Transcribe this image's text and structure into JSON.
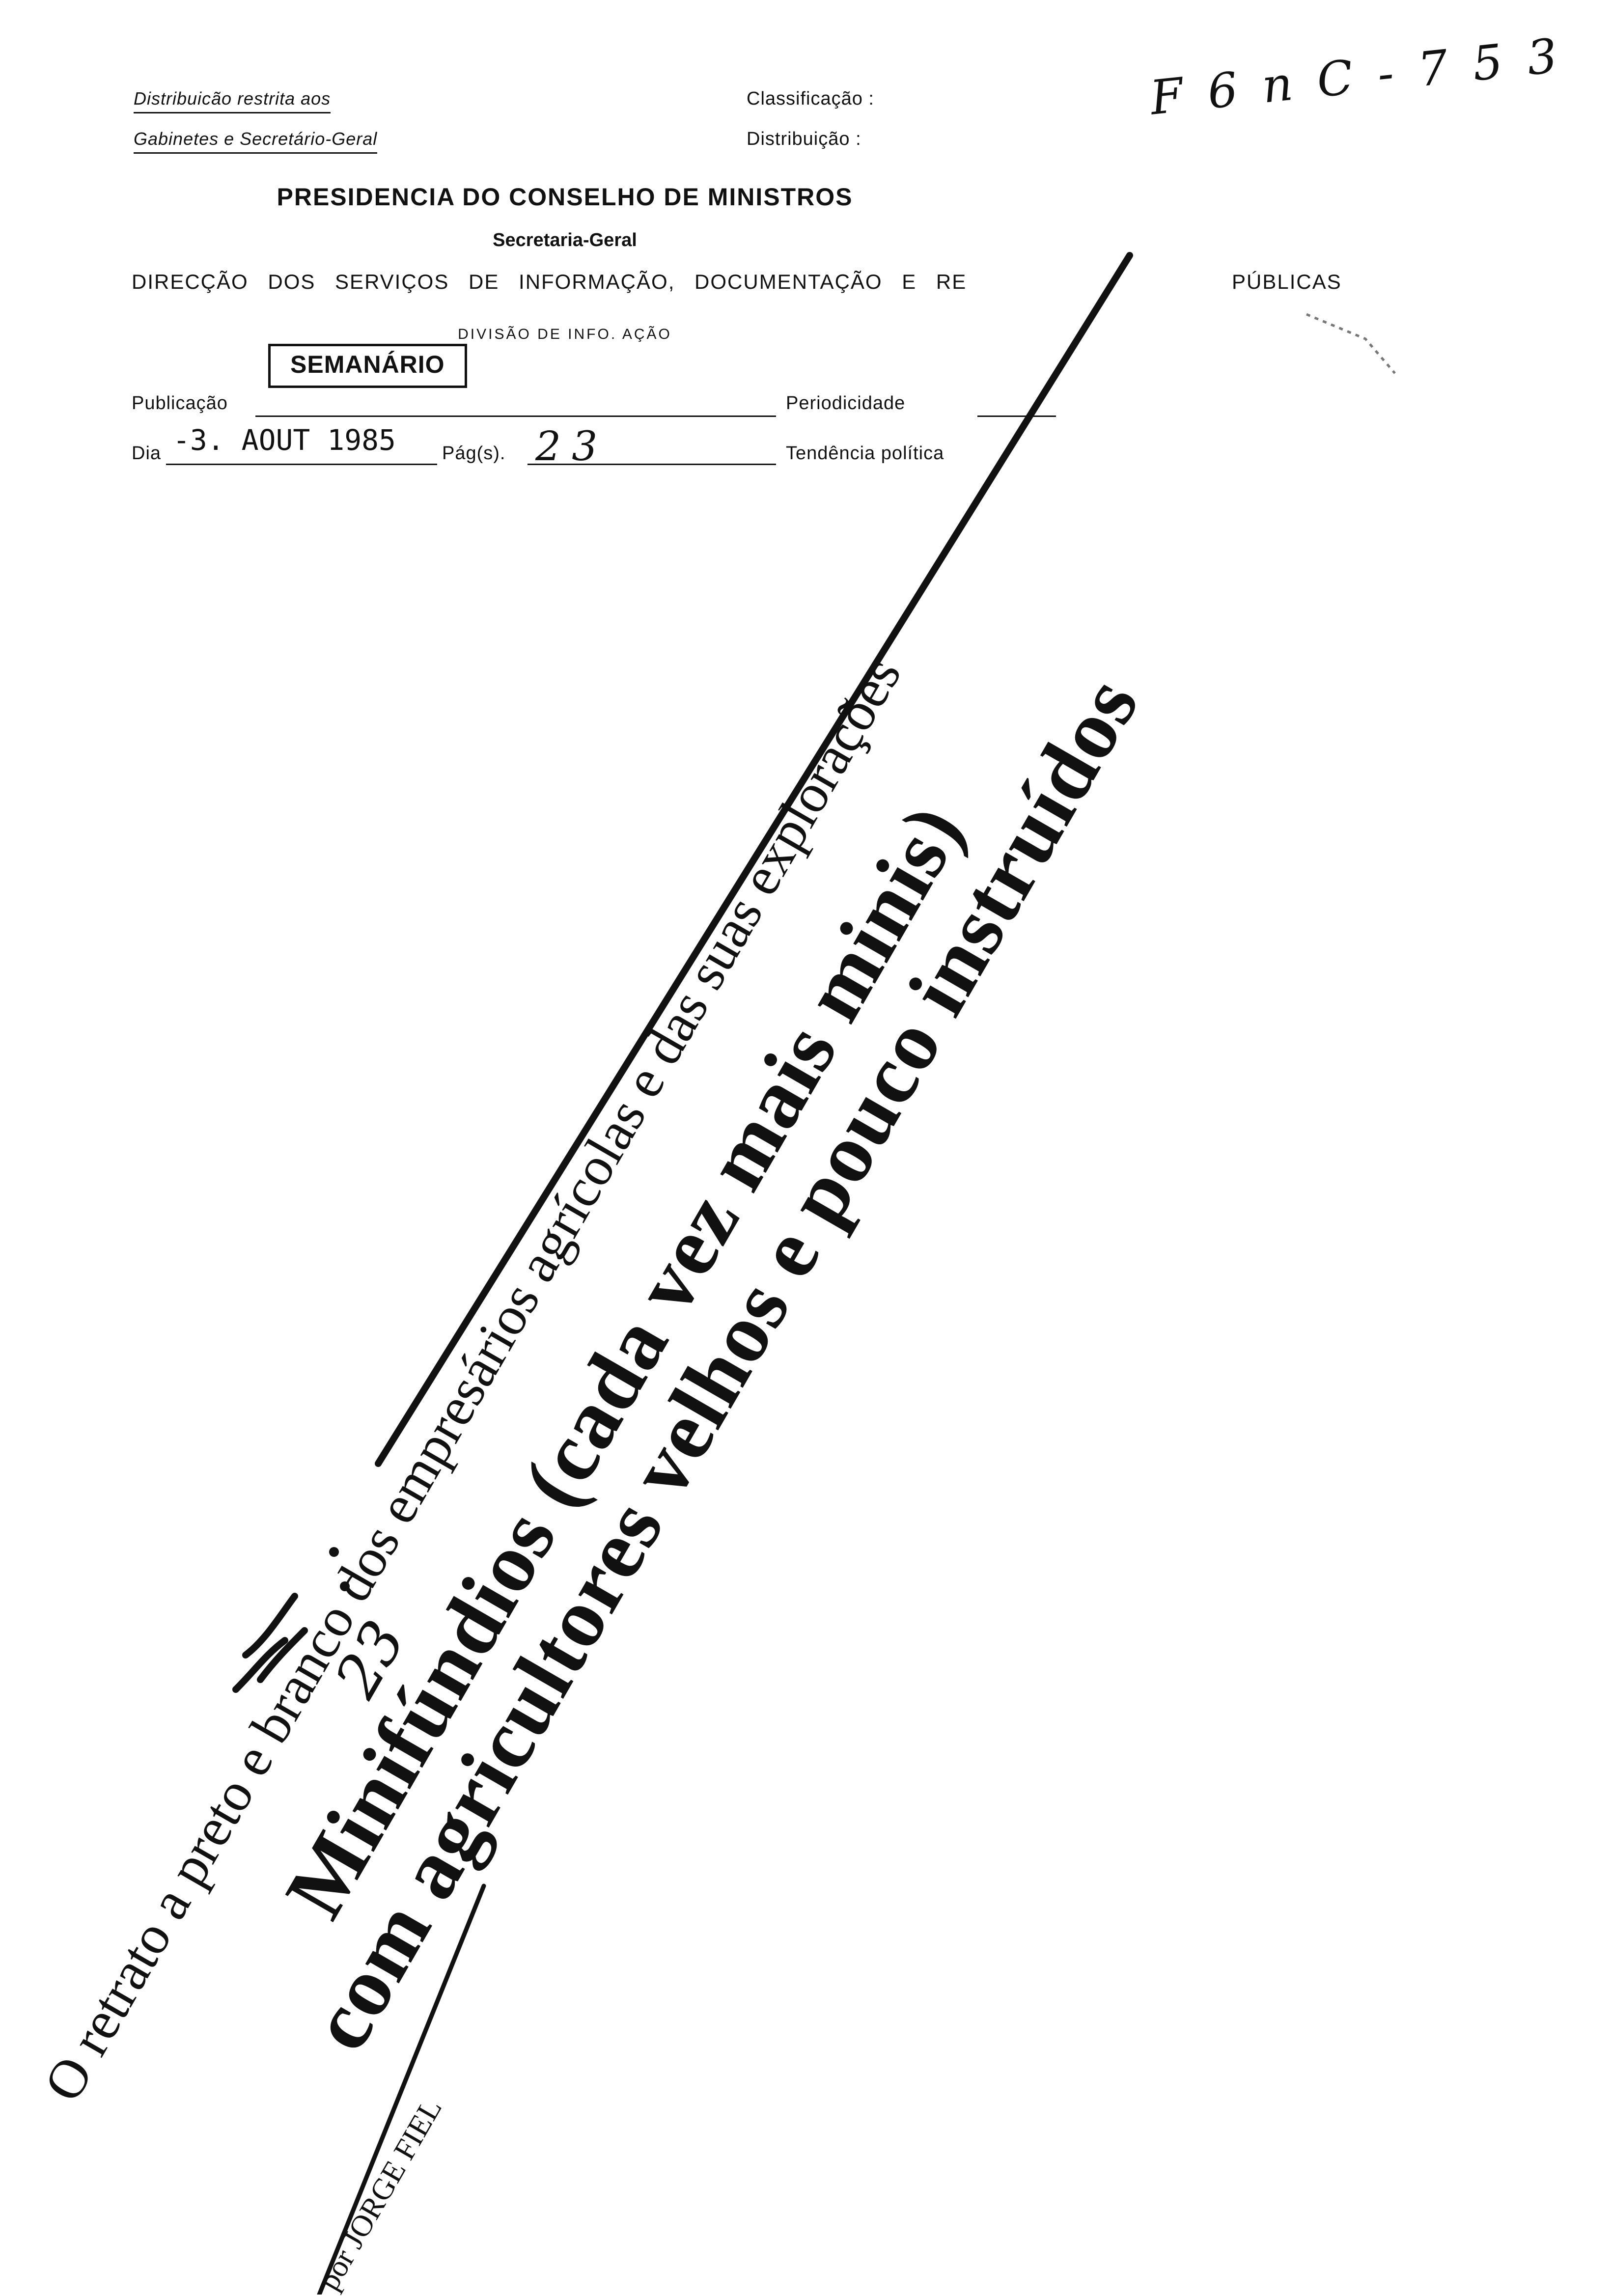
{
  "header": {
    "distribution_line1": "Distribuicão restrita aos",
    "distribution_line2": "Gabinetes e Secretário-Geral",
    "classification_label": "Classificação :",
    "distribution_label": "Distribuição :",
    "handwritten_ref": "F 6 n C - 7 5 3"
  },
  "letterhead": {
    "presidency": "PRESIDENCIA DO CONSELHO DE MINISTROS",
    "secretariat": "Secretaria-Geral",
    "directorate_left": "DIRECÇÃO DOS SERVIÇOS DE INFORMAÇÃO, DOCUMENTAÇÃO E RE",
    "directorate_right": "PÚBLICAS",
    "division": "DIVISÃO DE INFO. AÇÃO"
  },
  "form": {
    "publication_label": "Publicação",
    "publication_stamp": "SEMANÁRIO",
    "periodicity_label": "Periodicidade",
    "day_label": "Dia",
    "day_value": "-3. AOUT 1985",
    "pages_label": "Pág(s).",
    "pages_value": "23",
    "political_label": "Tendência política"
  },
  "article": {
    "subtitle": "O retrato a preto e branco dos empresários agrícolas e das suas explorações",
    "headline_line1": "Minifúndios (cada vez mais minis)",
    "headline_line2": "com agricultores velhos e pouco instruídos",
    "byline": "por JORGE FIEL",
    "margin_note": "23"
  }
}
